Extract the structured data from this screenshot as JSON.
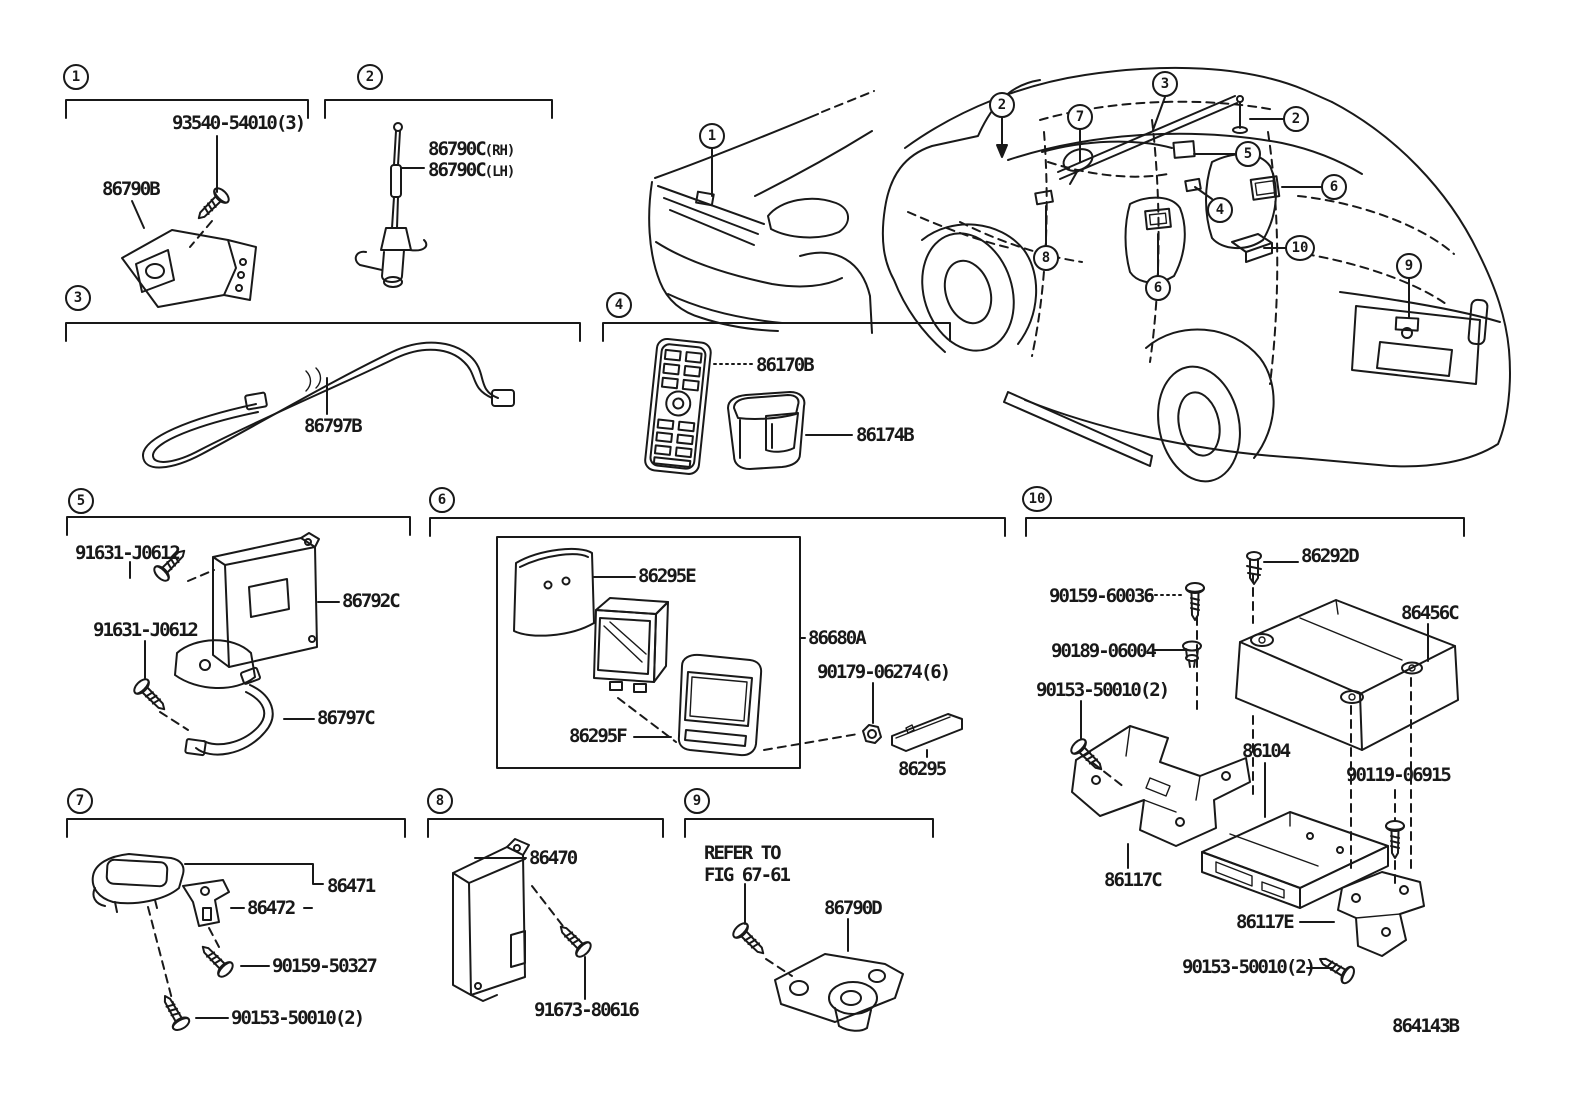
{
  "figure": {
    "code": "864143B"
  },
  "callouts": {
    "n1": "1",
    "n2": "2",
    "n3": "3",
    "n4": "4",
    "n5": "5",
    "n6": "6",
    "n7": "7",
    "n8": "8",
    "n9": "9",
    "n10": "10"
  },
  "sections": {
    "s1": {
      "num": "1",
      "labels": {
        "screw": "93540-54010(3)",
        "camera": "86790B"
      }
    },
    "s2": {
      "num": "2",
      "labels": {
        "part_rh": "86790C",
        "side_rh": "(RH)",
        "part_lh": "86790C",
        "side_lh": "(LH)"
      }
    },
    "s3": {
      "num": "3",
      "labels": {
        "harness": "86797B"
      }
    },
    "s4": {
      "num": "4",
      "labels": {
        "remote": "86170B",
        "holder": "86174B"
      }
    },
    "s5": {
      "num": "5",
      "labels": {
        "screw_upper": "91631-J0612",
        "module": "86792C",
        "screw_lower": "91631-J0612",
        "cord": "86797C"
      }
    },
    "s6": {
      "num": "6",
      "labels": {
        "cover": "86295E",
        "assembly": "86680A",
        "nut": "90179-06274(6)",
        "panel": "86295F",
        "plate": "86295"
      }
    },
    "s7": {
      "num": "7",
      "labels": {
        "display": "86471",
        "bracket": "86472",
        "screw_a": "90159-50327",
        "screw_b": "90153-50010(2)"
      }
    },
    "s8": {
      "num": "8",
      "labels": {
        "ecu": "86470",
        "screw": "91673-80616"
      }
    },
    "s9": {
      "num": "9",
      "labels": {
        "note_line1": "REFER TO",
        "note_line2": "FIG 67-61",
        "camera": "86790D"
      }
    },
    "s10": {
      "num": "10",
      "labels": {
        "screw_a": "90159-60036",
        "clip": "86292D",
        "cover": "86456C",
        "grommet": "90189-06004",
        "screw_b": "90153-50010(2)",
        "player": "86104",
        "screw_c": "90119-06915",
        "bracket_c": "86117C",
        "bracket_e": "86117E",
        "screw_d": "90153-50010(2)"
      }
    }
  }
}
